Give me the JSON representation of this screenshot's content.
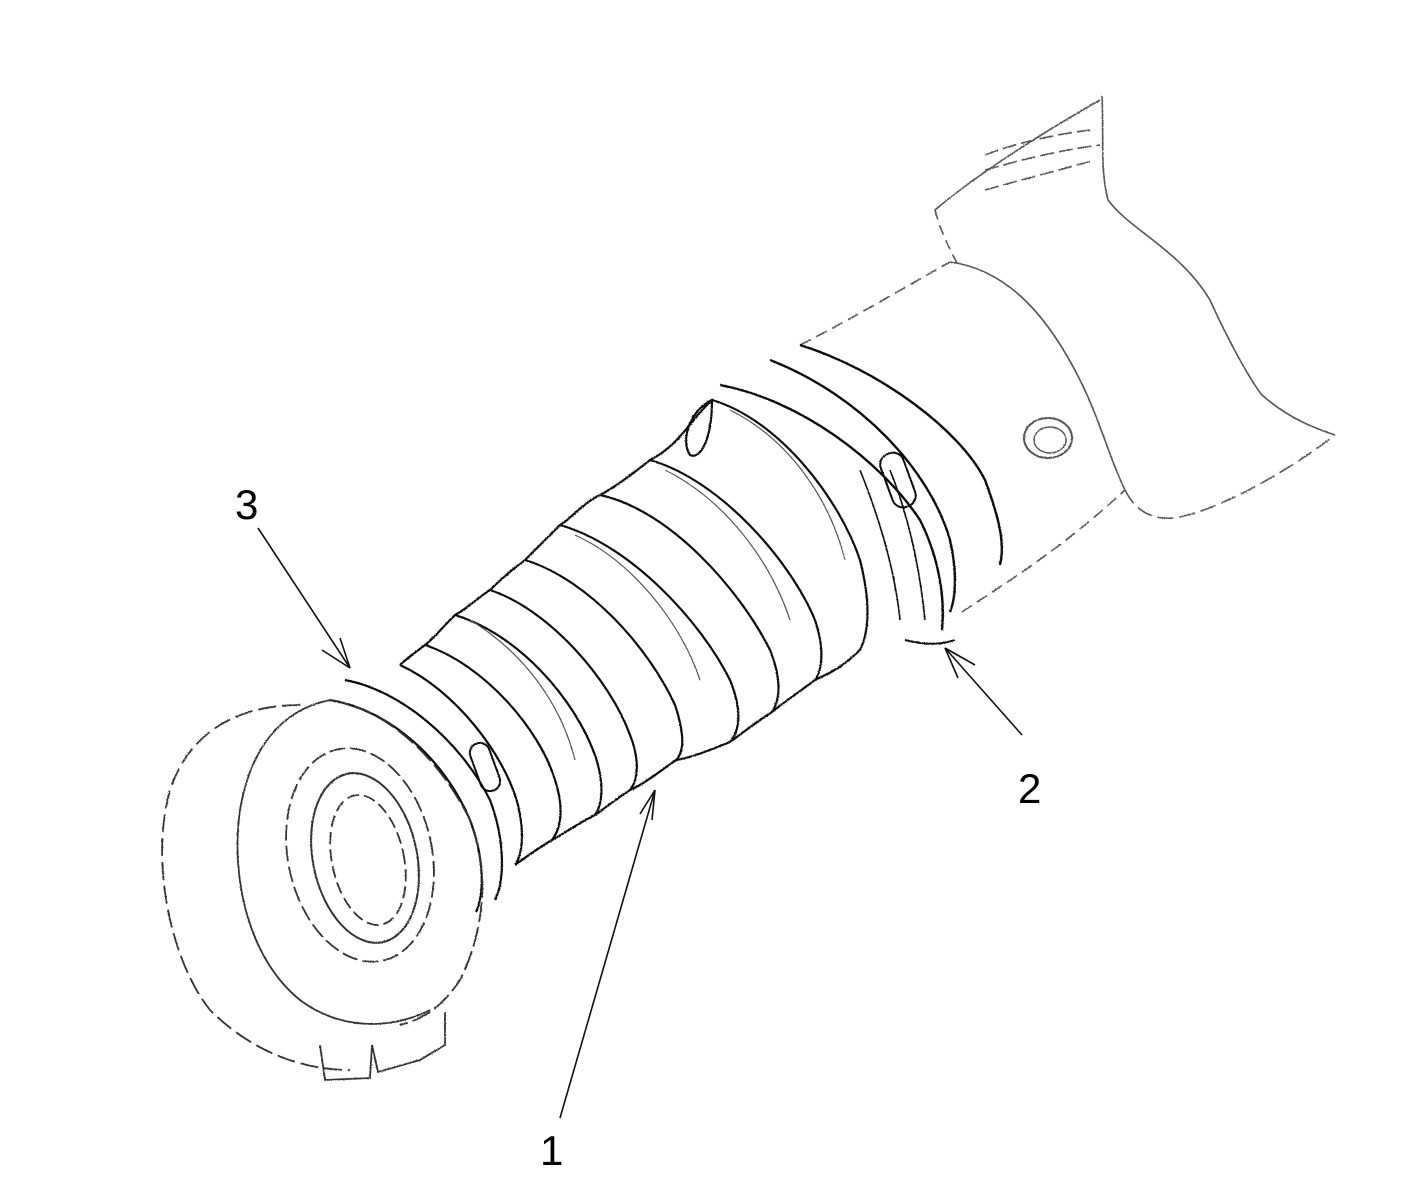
{
  "diagram": {
    "callouts": [
      {
        "id": "1",
        "label": "1",
        "target": "rubber-boot"
      },
      {
        "id": "2",
        "label": "2",
        "target": "outer-clamp"
      },
      {
        "id": "3",
        "label": "3",
        "target": "inner-clamp"
      }
    ]
  },
  "colors": {
    "ink": "#000000",
    "pencil": "#444444",
    "faint": "#888888",
    "background": "#ffffff"
  }
}
